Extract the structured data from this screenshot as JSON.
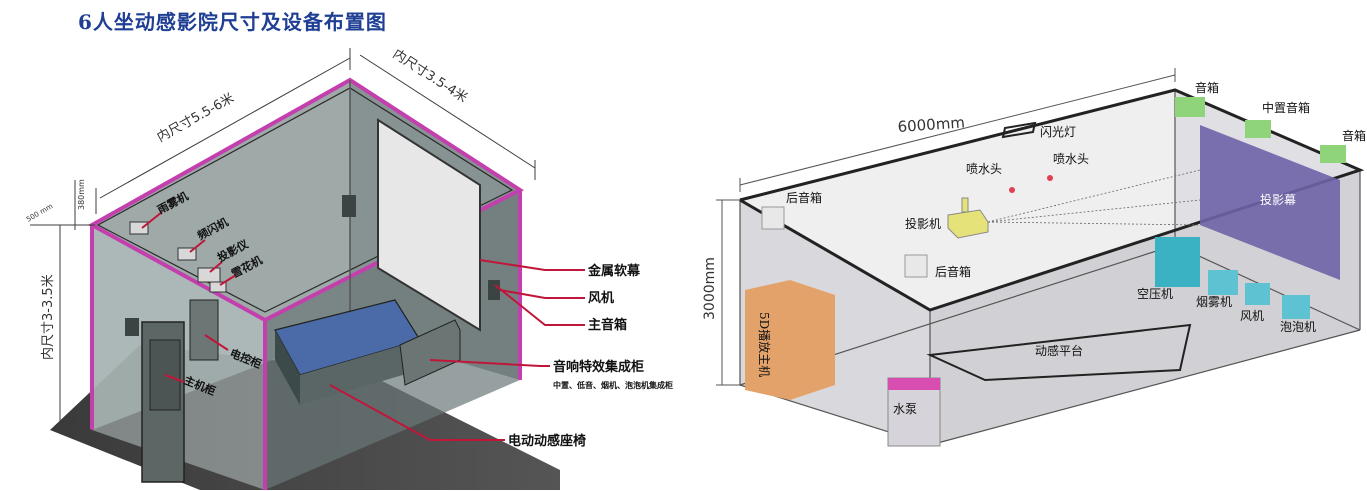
{
  "title": "6人坐动感影院尺寸及设备布置图",
  "left": {
    "dim_length": "内尺寸5.5-6米",
    "dim_width": "内尺寸3.5-4米",
    "dim_height": "内尺寸3-3.5米",
    "dim_small_1": "380mm",
    "dim_small_2": "500 mm",
    "labels": {
      "fog": "雨雾机",
      "flash": "频闪机",
      "projector": "投影仪",
      "snow": "雪花机",
      "screen": "金属软幕",
      "fan": "风机",
      "main_speaker": "主音箱",
      "control_cabinet": "电控柜",
      "host_cabinet": "主机柜",
      "av_cabinet": "音响特效集成柜",
      "av_cabinet_sub": "中置、低音、烟机、泡泡机集成柜",
      "seats": "电动动感座椅"
    }
  },
  "right": {
    "dim_length": "6000mm",
    "dim_height": "3000mm",
    "labels": {
      "speaker_top": "音箱",
      "center_speaker": "中置音箱",
      "speaker_right": "音箱",
      "strobe": "闪光灯",
      "sprinkler1": "喷水头",
      "sprinkler2": "喷水头",
      "rear_speaker1": "后音箱",
      "rear_speaker2": "后音箱",
      "projector": "投影机",
      "screen": "投影幕",
      "compressor": "空压机",
      "fog": "烟雾机",
      "fan": "风机",
      "bubble": "泡泡机",
      "player": "5D播放主机",
      "platform": "动感平台",
      "pump": "水泵"
    }
  },
  "colors": {
    "title": "#1f3f94",
    "leader": "#c0163a",
    "frame": "#c43fae",
    "blue_dim": "#3c3c3c",
    "screen": "#6f63a7",
    "cyan": "#3bb1c4",
    "green": "#8fd47a",
    "yellow": "#e6e27a",
    "orange": "#e4a26b",
    "pink": "#d84db0"
  }
}
